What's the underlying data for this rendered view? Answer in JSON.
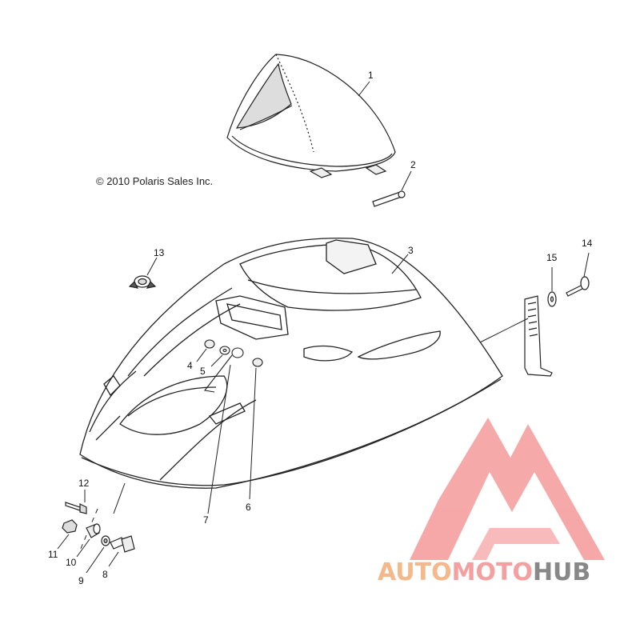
{
  "copyright": "© 2010 Polaris Sales Inc.",
  "callouts": {
    "c1": "1",
    "c2": "2",
    "c3": "3",
    "c4": "4",
    "c5": "5",
    "c6": "6",
    "c7": "7",
    "c8": "8",
    "c9": "9",
    "c10": "10",
    "c11": "11",
    "c12": "12",
    "c13": "13",
    "c14": "14",
    "c15": "15"
  },
  "watermark": {
    "part1": "AUTO",
    "part2": "MOTO",
    "part3": "HUB",
    "colors": {
      "auto": "#f5b88a",
      "moto": "#f4a0a0",
      "hub": "#888888",
      "logo": "#f59a9a"
    }
  }
}
